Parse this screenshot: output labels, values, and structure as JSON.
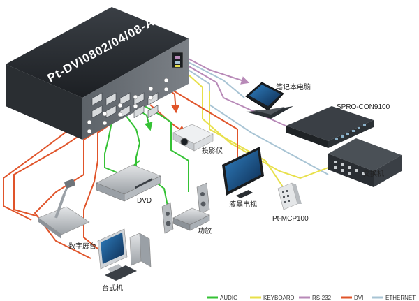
{
  "device": {
    "model": "Pt-DVI0802/04/08-A"
  },
  "labels": {
    "laptop": "笔记本电脑",
    "controller": "SPRO-CON9100",
    "switch": "交换机",
    "projector": "投影仪",
    "dvd": "DVD",
    "tv": "液晶电视",
    "panel": "Pt-MCP100",
    "amplifier": "功放",
    "visualizer": "数字展台",
    "desktop": "台式机"
  },
  "legend": [
    {
      "name": "AUDIO",
      "color": "#35c235"
    },
    {
      "name": "KEYBOARD",
      "color": "#e8e04a"
    },
    {
      "name": "RS-232",
      "color": "#b88ab8"
    },
    {
      "name": "DVI",
      "color": "#e0542a"
    },
    {
      "name": "ETHERNET",
      "color": "#a8c4d4"
    }
  ],
  "colors": {
    "audio": "#35c235",
    "keyboard": "#e8e04a",
    "rs232": "#b88ab8",
    "dvi": "#e0542a",
    "ethernet": "#a8c4d4"
  }
}
